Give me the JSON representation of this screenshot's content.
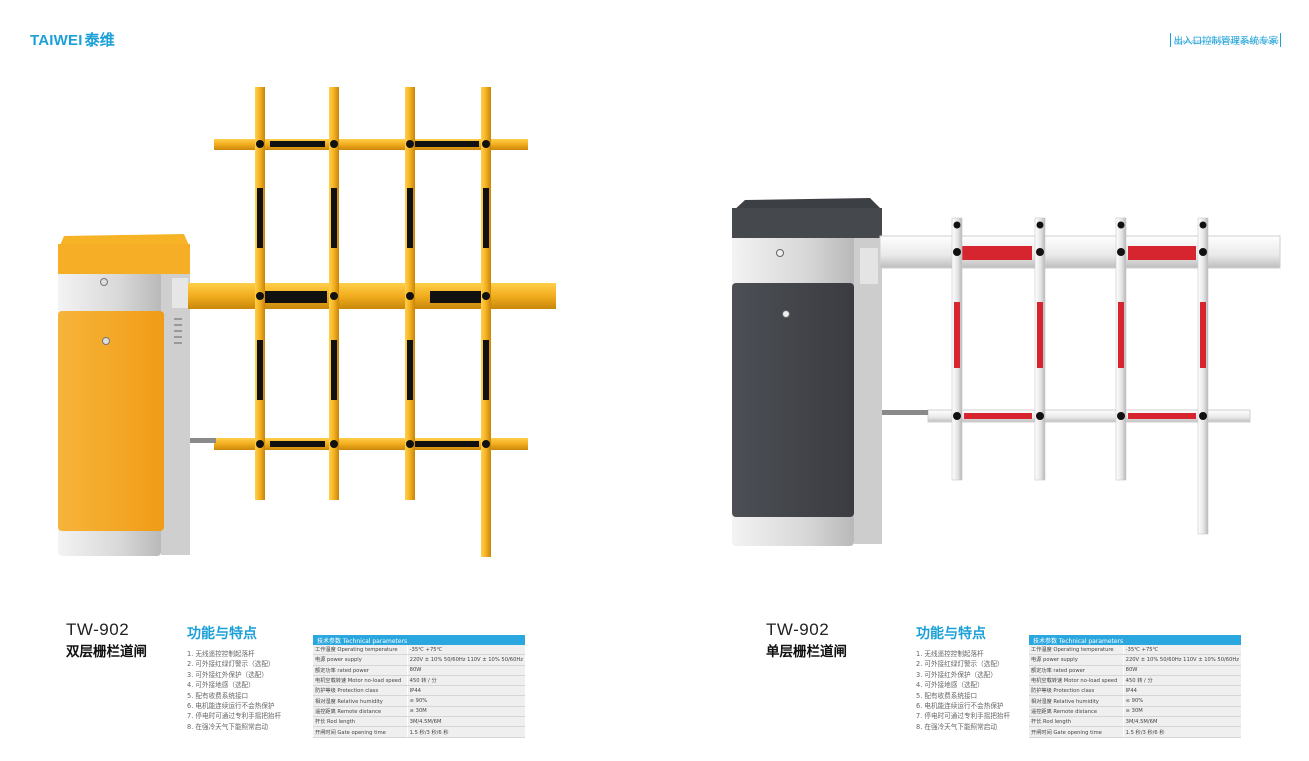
{
  "brand": {
    "name_en": "TAIWEI",
    "name_cn": "泰维"
  },
  "header": {
    "title": "出入口控制管理系统专家",
    "subtitle": "Access control management system specialist"
  },
  "colors": {
    "accent": "#1ba0d8",
    "yellow": "#f2ad1e",
    "red": "#d6252f"
  },
  "products": [
    {
      "model": "TW-902",
      "name": "双层栅栏道闸",
      "features_title": "功能与特点",
      "features": [
        "1. 无线遥控控制起落杆",
        "2. 可外接红绿灯警示（选配）",
        "3. 可外接红外保护（选配）",
        "4. 可外接地感（选配）",
        "5. 配有收费系统接口",
        "6. 电机能连续运行不会热保护",
        "7. 停电时可通过专利手摇把抬杆",
        "8. 在强冷天气下能照常启动"
      ],
      "spec_title": "技术参数 Technical parameters",
      "specs": [
        [
          "工作温度 Operating temperature",
          "-35℃ +75℃"
        ],
        [
          "电源 power supply",
          "220V ± 10% 50/60Hz 110V ± 10% 50/60Hz"
        ],
        [
          "额定功率 rated power",
          "80W"
        ],
        [
          "电机空载转速 Motor no-load speed",
          "450 转 / 分"
        ],
        [
          "防护等级 Protection class",
          "IP44"
        ],
        [
          "相对湿度 Relative humidity",
          "≤ 90%"
        ],
        [
          "遥控距离 Remote distance",
          "≥ 30M"
        ],
        [
          "杆长 Rod length",
          "3M/4.5M/6M"
        ],
        [
          "开闸时间 Gate opening time",
          "1.5 秒/3 秒/6 秒"
        ]
      ]
    },
    {
      "model": "TW-902",
      "name": "单层栅栏道闸",
      "features_title": "功能与特点",
      "features": [
        "1. 无线遥控控制起落杆",
        "2. 可外接红绿灯警示（选配）",
        "3. 可外接红外保护（选配）",
        "4. 可外接地感（选配）",
        "5. 配有收费系统接口",
        "6. 电机能连续运行不会热保护",
        "7. 停电时可通过专利手摇把抬杆",
        "8. 在强冷天气下能照常启动"
      ],
      "spec_title": "技术参数 Technical parameters",
      "specs": [
        [
          "工作温度 Operating temperature",
          "-35℃ +75℃"
        ],
        [
          "电源 power supply",
          "220V ± 10% 50/60Hz 110V ± 10% 50/60Hz"
        ],
        [
          "额定功率 rated power",
          "80W"
        ],
        [
          "电机空载转速 Motor no-load speed",
          "450 转 / 分"
        ],
        [
          "防护等级 Protection class",
          "IP44"
        ],
        [
          "相对湿度 Relative humidity",
          "≤ 90%"
        ],
        [
          "遥控距离 Remote distance",
          "≥ 30M"
        ],
        [
          "杆长 Rod length",
          "3M/4.5M/6M"
        ],
        [
          "开闸时间 Gate opening time",
          "1.5 秒/3 秒/6 秒"
        ]
      ]
    }
  ]
}
